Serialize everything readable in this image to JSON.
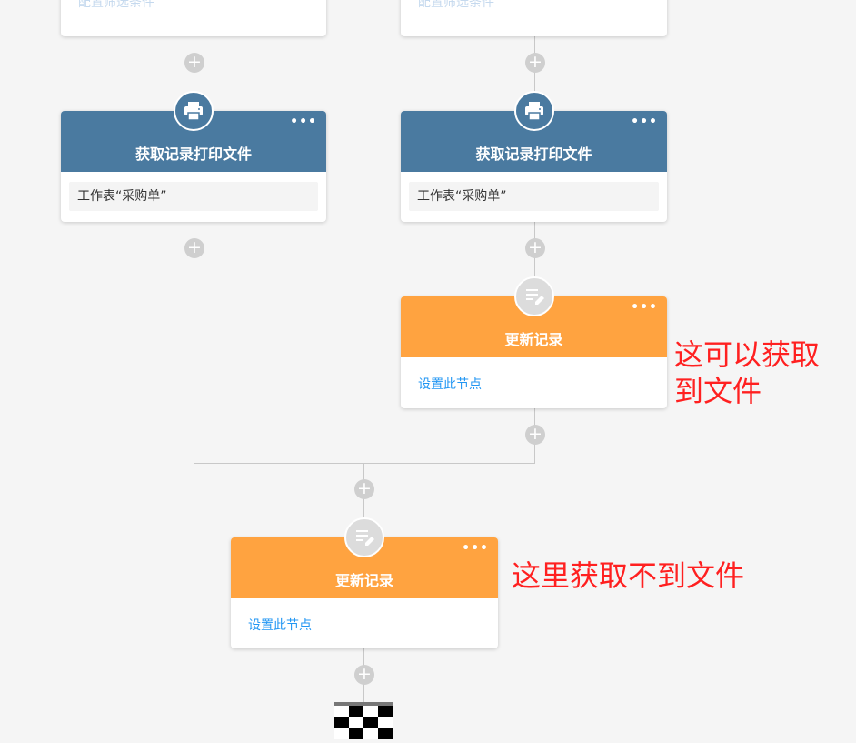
{
  "top_partial_cards": [
    {
      "text": "配置筛选条件"
    },
    {
      "text": "配置筛选条件"
    }
  ],
  "print_nodes": [
    {
      "title": "获取记录打印文件",
      "sheet": "工作表“采购单”",
      "more": "•••",
      "icon": "printer-icon",
      "color": "#4a7aa0"
    },
    {
      "title": "获取记录打印文件",
      "sheet": "工作表“采购单”",
      "more": "•••",
      "icon": "printer-icon",
      "color": "#4a7aa0"
    }
  ],
  "update_nodes": [
    {
      "title": "更新记录",
      "link": "设置此节点",
      "more": "•••",
      "icon": "edit-list-icon",
      "color": "#ffa340"
    },
    {
      "title": "更新记录",
      "link": "设置此节点",
      "more": "•••",
      "icon": "edit-list-icon",
      "color": "#ffa340"
    }
  ],
  "annotations": {
    "right_branch": [
      "这可以获取",
      "到文件"
    ],
    "merged_branch": "这里获取不到文件",
    "color": "#ff2020"
  },
  "add_button_symbol": "+",
  "end_marker_icon": "checkered-flag-icon"
}
